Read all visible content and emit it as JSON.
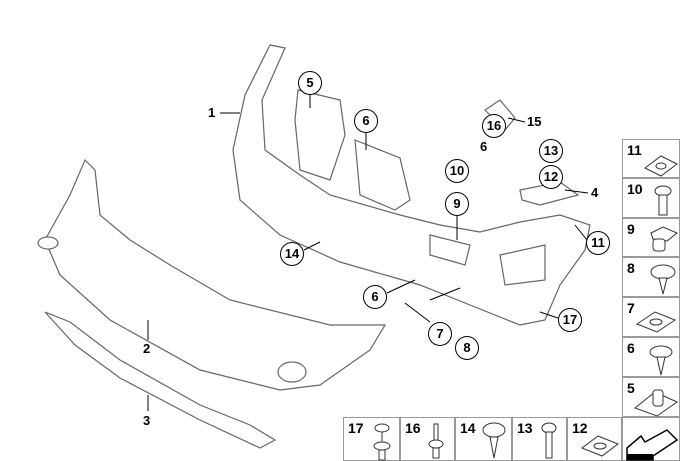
{
  "callouts": {
    "c5": "5",
    "c6a": "6",
    "c16": "16",
    "c6b": "6",
    "c15": "15",
    "c13": "13",
    "c12": "12",
    "c4": "4",
    "c10": "10",
    "c9": "9",
    "c14": "14",
    "c11": "11",
    "c6c": "6",
    "c7": "7",
    "c8": "8",
    "c17": "17",
    "c1": "1",
    "c2": "2",
    "c3": "3"
  },
  "parts_column": [
    "11",
    "10",
    "9",
    "8",
    "7",
    "6",
    "5"
  ],
  "parts_row": [
    "17",
    "16",
    "14",
    "13",
    "12"
  ],
  "colors": {
    "line": "#000000",
    "part_stroke": "#555555",
    "grid": "#999999"
  }
}
